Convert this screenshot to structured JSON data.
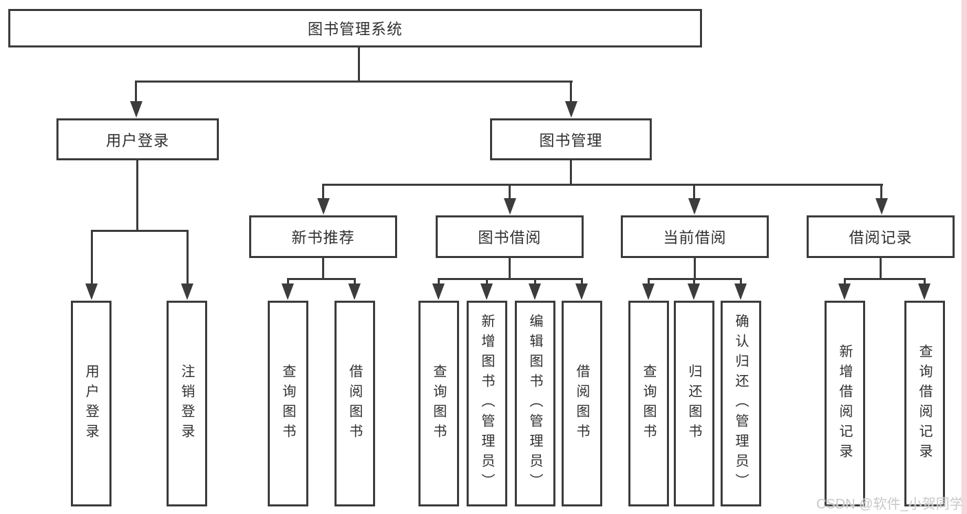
{
  "diagram_title": "图书管理系统",
  "tree": {
    "label": "图书管理系统",
    "children": [
      {
        "label": "用户登录",
        "children": [
          {
            "label": "用户登录"
          },
          {
            "label": "注销登录"
          }
        ]
      },
      {
        "label": "图书管理",
        "children": [
          {
            "label": "新书推荐",
            "children": [
              {
                "label": "查询图书"
              },
              {
                "label": "借阅图书"
              }
            ]
          },
          {
            "label": "图书借阅",
            "children": [
              {
                "label": "查询图书"
              },
              {
                "label": "新增图书（管理员）"
              },
              {
                "label": "编辑图书（管理员）"
              },
              {
                "label": "借阅图书"
              }
            ]
          },
          {
            "label": "当前借阅",
            "children": [
              {
                "label": "查询图书"
              },
              {
                "label": "归还图书"
              },
              {
                "label": "确认归还（管理员）"
              }
            ]
          },
          {
            "label": "借阅记录",
            "children": [
              {
                "label": "新增借阅记录"
              },
              {
                "label": "查询借阅记录"
              }
            ]
          }
        ]
      }
    ]
  },
  "watermark": {
    "text": "CSDN @软件_小贺同学"
  },
  "colors": {
    "line": "#3c3c3c",
    "box_border": "#3c3c3c",
    "box_fill": "#ffffff",
    "text": "#303030",
    "watermark_text": "#c9c9c9",
    "page_background": "#ffffff",
    "right_edge_strip": "#f7d6da"
  }
}
